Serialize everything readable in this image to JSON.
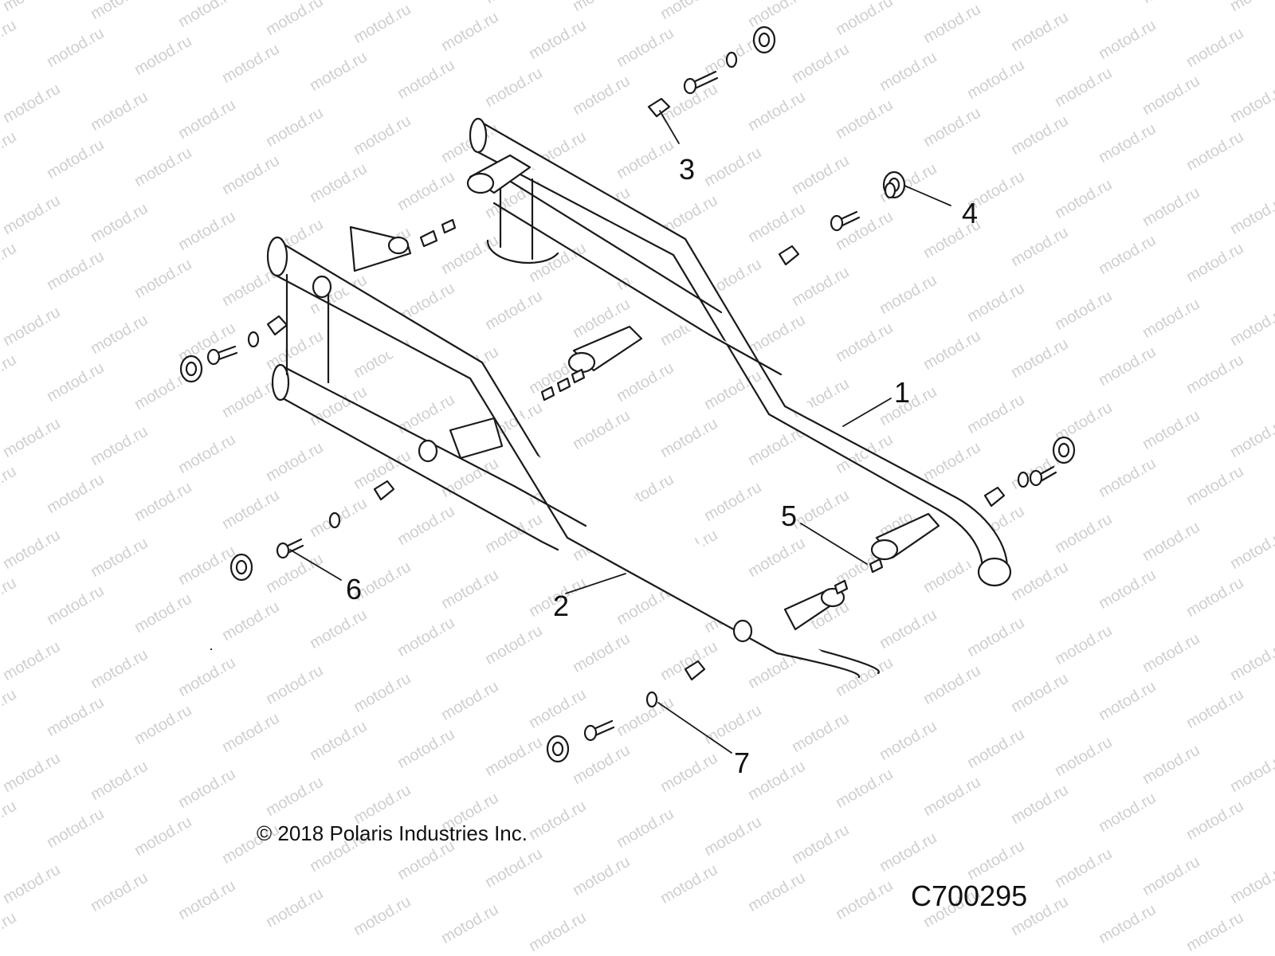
{
  "watermark": {
    "text": "motod.ru"
  },
  "callouts": [
    {
      "id": "1",
      "label": "1"
    },
    {
      "id": "2",
      "label": "2"
    },
    {
      "id": "3",
      "label": "3"
    },
    {
      "id": "4",
      "label": "4"
    },
    {
      "id": "5",
      "label": "5"
    },
    {
      "id": "6",
      "label": "6"
    },
    {
      "id": "7",
      "label": "7"
    }
  ],
  "footer": {
    "copyright": "© 2018 Polaris Industries Inc.",
    "code": "C700295"
  },
  "colors": {
    "line": "#1a1a1a",
    "fill": "#ffffff",
    "watermark": "#cfcfcf"
  }
}
